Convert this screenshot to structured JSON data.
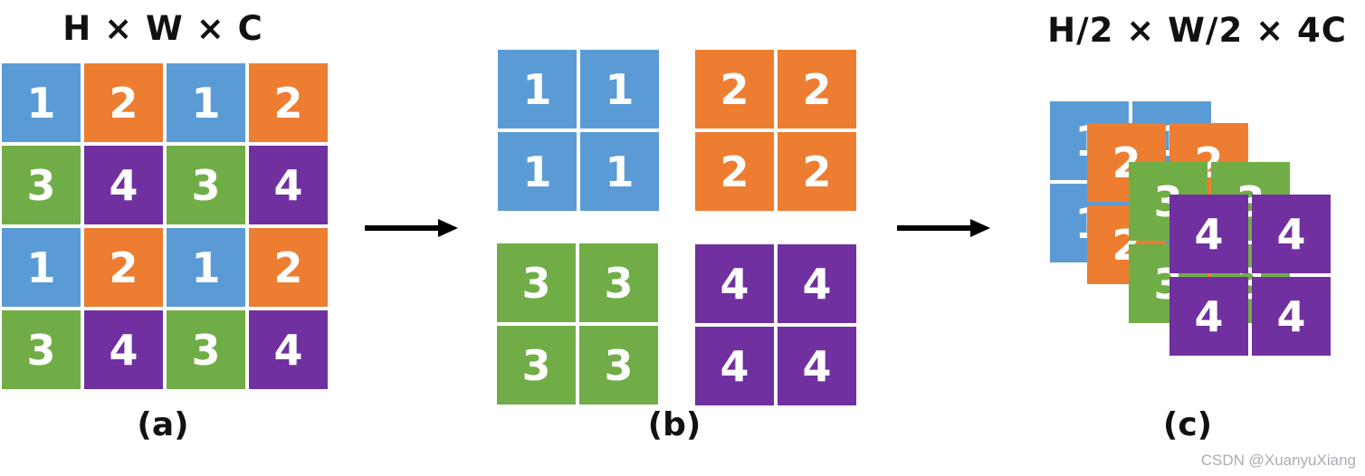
{
  "colors": {
    "blue": "#5B9BD5",
    "orange": "#ED7D31",
    "green": "#70AD47",
    "purple": "#7030A0",
    "arrow": "#000000",
    "text": "#111111",
    "watermark": "#A9ADB2"
  },
  "panel_a": {
    "title": "H × W × C",
    "label": "(a)",
    "grid": [
      [
        "1",
        "2",
        "1",
        "2"
      ],
      [
        "3",
        "4",
        "3",
        "4"
      ],
      [
        "1",
        "2",
        "1",
        "2"
      ],
      [
        "3",
        "4",
        "3",
        "4"
      ]
    ],
    "cell_colors": [
      [
        "blue",
        "orange",
        "blue",
        "orange"
      ],
      [
        "green",
        "purple",
        "green",
        "purple"
      ],
      [
        "blue",
        "orange",
        "blue",
        "orange"
      ],
      [
        "green",
        "purple",
        "green",
        "purple"
      ]
    ]
  },
  "panel_b": {
    "label": "(b)",
    "groups": [
      {
        "value": "1",
        "color": "blue"
      },
      {
        "value": "2",
        "color": "orange"
      },
      {
        "value": "3",
        "color": "green"
      },
      {
        "value": "4",
        "color": "purple"
      }
    ]
  },
  "panel_c": {
    "title": "H/2 × W/2 × 4C",
    "label": "(c)",
    "layers": [
      {
        "value": "1",
        "color": "blue"
      },
      {
        "value": "2",
        "color": "orange"
      },
      {
        "value": "3",
        "color": "green"
      },
      {
        "value": "4",
        "color": "purple"
      }
    ]
  },
  "watermark": "CSDN @XuanyuXiang"
}
